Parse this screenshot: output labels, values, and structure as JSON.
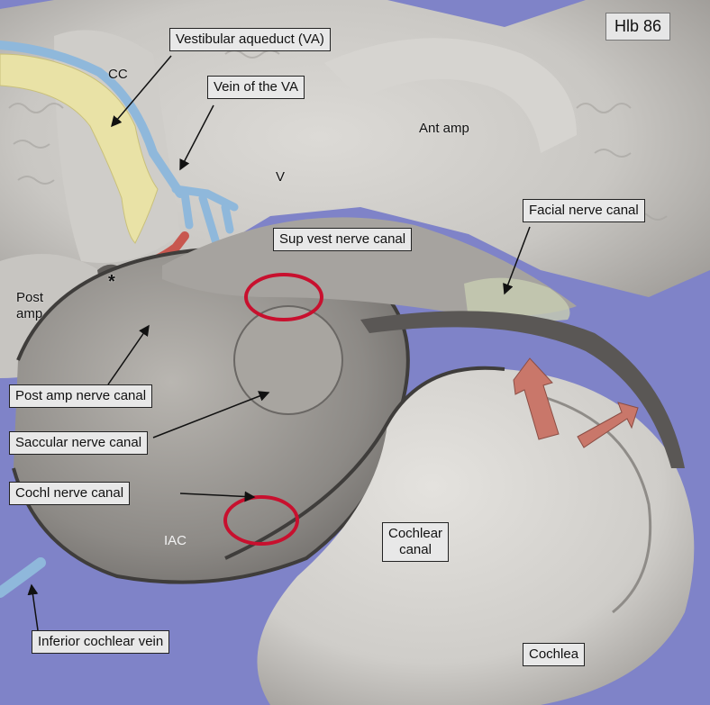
{
  "specimen_id": "Hlb 86",
  "colors": {
    "background": "#7f83c8",
    "bone": "#c9c7c3",
    "vestibular_aqueduct": "#e9e2a6",
    "vein": "#8fb8db",
    "artery": "#c8574f",
    "highlight_ring": "#c8102e",
    "arrow_fill": "#c9776a"
  },
  "boxed_labels": {
    "vestibular_aqueduct": "Vestibular aqueduct (VA)",
    "vein_of_va": "Vein of the VA",
    "facial_nerve_canal": "Facial nerve canal",
    "sup_vest_nerve_canal": "Sup vest nerve canal",
    "post_amp_nerve_canal": "Post amp nerve canal",
    "saccular_nerve_canal": "Saccular nerve canal",
    "cochl_nerve_canal": "Cochl nerve canal",
    "cochlear_canal": "Cochlear\ncanal",
    "inferior_cochlear_vein": "Inferior cochlear vein",
    "cochlea": "Cochlea"
  },
  "plain_labels": {
    "cc": "CC",
    "ant_amp": "Ant amp",
    "v": "V",
    "post_amp": "Post\namp",
    "iac": "IAC",
    "asterisk": "*"
  },
  "icons": {
    "ring": "highlight-ring-icon",
    "arrow": "direction-arrow-icon"
  }
}
